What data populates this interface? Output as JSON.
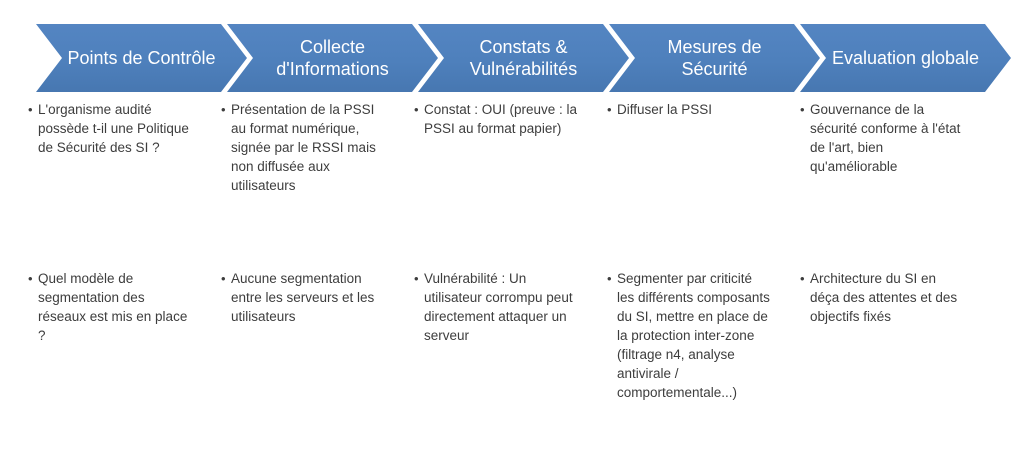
{
  "diagram": {
    "type": "process-chevron-flow",
    "bullet_char": "•",
    "colors": {
      "chevron_fill": "#4E80BC",
      "chevron_edge": "#44699B",
      "chevron_text": "#FFFFFF",
      "body_text": "#3D3D3D",
      "background": "#FFFFFF"
    },
    "stages": [
      {
        "title": "Points de Contrôle",
        "items": [
          "L'organisme audité possède t-il une Politique de Sécurité des SI ?",
          "Quel modèle de segmentation des réseaux est mis en place ?"
        ]
      },
      {
        "title": "Collecte d'Informations",
        "items": [
          "Présentation de la PSSI au format numérique, signée par le RSSI mais non diffusée aux utilisateurs",
          "Aucune segmentation entre les serveurs et les utilisateurs"
        ]
      },
      {
        "title": "Constats & Vulnérabilités",
        "items": [
          "Constat : OUI (preuve : la PSSI au format papier)",
          "Vulnérabilité : Un utilisateur corrompu peut directement attaquer un serveur"
        ]
      },
      {
        "title": "Mesures de Sécurité",
        "items": [
          "Diffuser la PSSI",
          "Segmenter par criticité les différents composants du SI, mettre en place de la protection inter-zone (filtrage n4, analyse antivirale / comportementale...)"
        ]
      },
      {
        "title": "Evaluation globale",
        "items": [
          "Gouvernance de la sécurité conforme à l'état de l'art, bien qu'améliorable",
          "Architecture du SI en déça des attentes et des objectifs fixés"
        ]
      }
    ]
  }
}
